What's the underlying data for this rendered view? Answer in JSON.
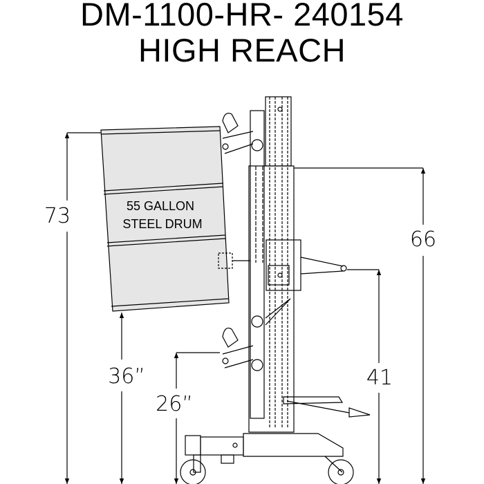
{
  "title": {
    "line1": "DM-1100-HR- 240154",
    "line2": "HIGH REACH"
  },
  "drum_label": {
    "line1": "55 GALLON",
    "line2": "STEEL DRUM"
  },
  "dimensions": {
    "overall_height": "73",
    "mast_height": "66",
    "handle_height": "41",
    "drum_bottom_height": "36”",
    "lower_clamp_height": "26”"
  },
  "colors": {
    "drum_fill": "#e6e6e6",
    "line": "#000000"
  }
}
